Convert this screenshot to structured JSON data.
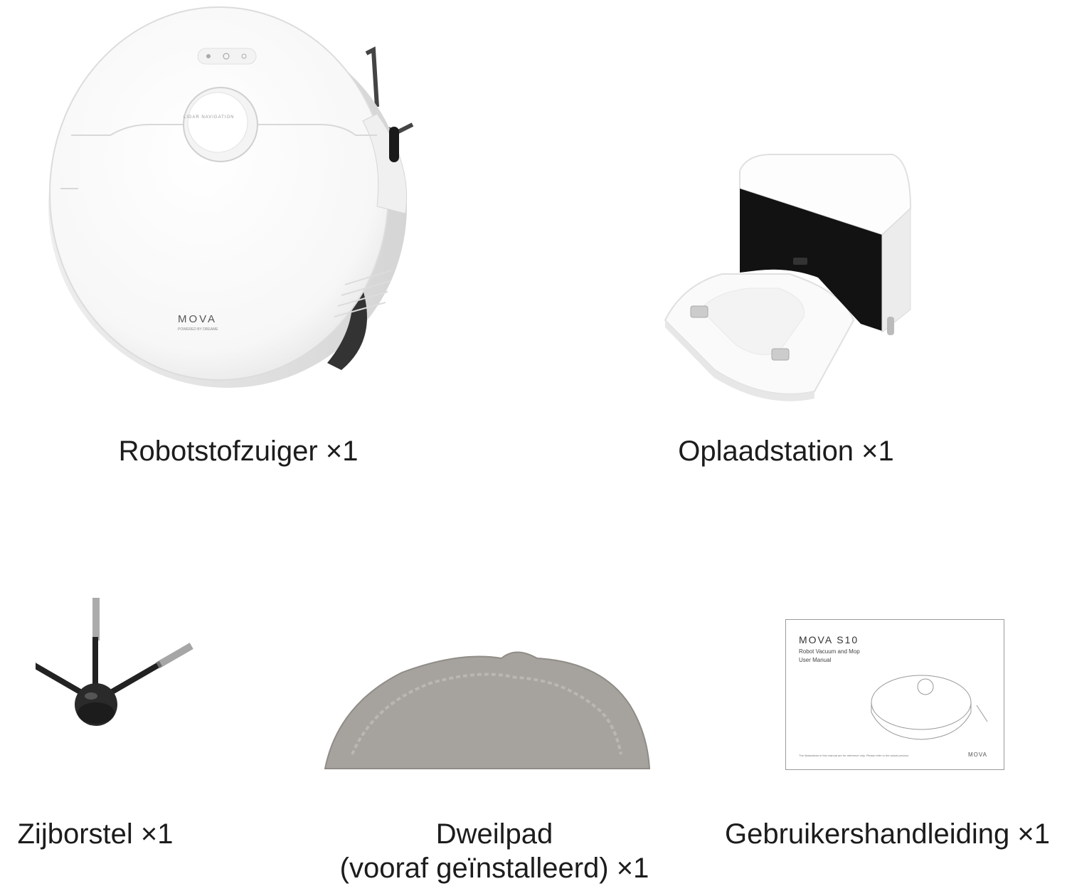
{
  "items": {
    "robot": {
      "caption": "Robotstofzuiger  ×1",
      "panel_text": "LIDAR NAVIGATION",
      "logo": "MOVA",
      "logo_sub": "POWERED BY DREAME"
    },
    "station": {
      "caption": "Oplaadstation ×1"
    },
    "side_brush": {
      "caption": "Zijborstel ×1"
    },
    "mop_pad": {
      "caption_line1": "Dweilpad",
      "caption_line2": "(vooraf geïnstalleerd) ×1"
    },
    "manual": {
      "caption": "Gebruikershandleiding ×1",
      "cover_brand": "MOVA S10",
      "cover_line1": "Robot Vacuum and Mop",
      "cover_line2": "User Manual",
      "cover_footer_logo": "MOVA",
      "cover_footnote": "The illustrations in this manual are for reference only. Please refer to the actual product."
    }
  },
  "colors": {
    "background": "#ffffff",
    "text": "#1c1c1c",
    "robot_body": "#fbfbfb",
    "station_dark": "#111111",
    "mop_gray": "#a8a5a0",
    "brush_dark": "#2a2a2a"
  }
}
